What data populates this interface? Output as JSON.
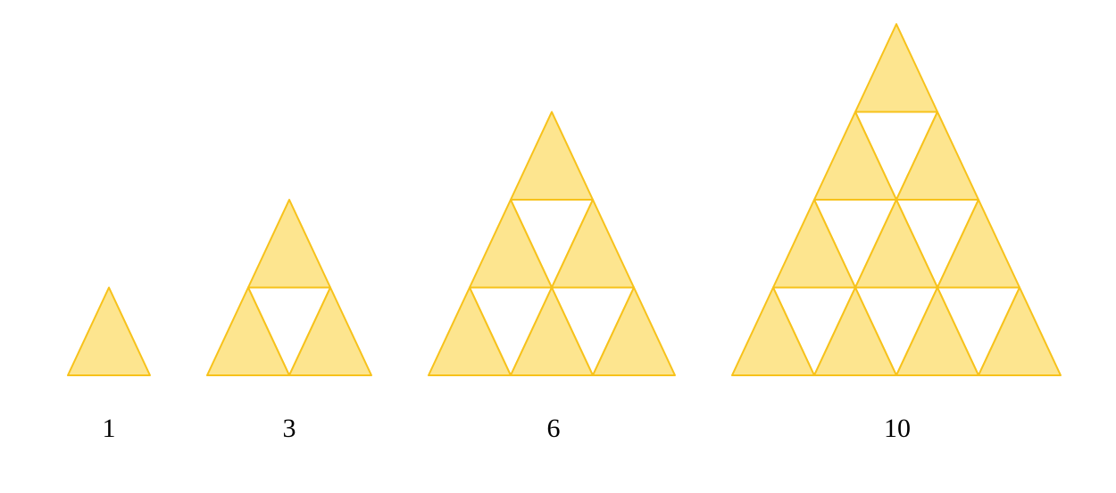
{
  "colors": {
    "fill": "#fde58f",
    "stroke": "#f7c21b",
    "hole": "#ffffff"
  },
  "figures": [
    {
      "rows": 1,
      "count": 1,
      "label": "1"
    },
    {
      "rows": 2,
      "count": 3,
      "label": "3"
    },
    {
      "rows": 3,
      "count": 6,
      "label": "6"
    },
    {
      "rows": 4,
      "count": 10,
      "label": "10"
    }
  ]
}
